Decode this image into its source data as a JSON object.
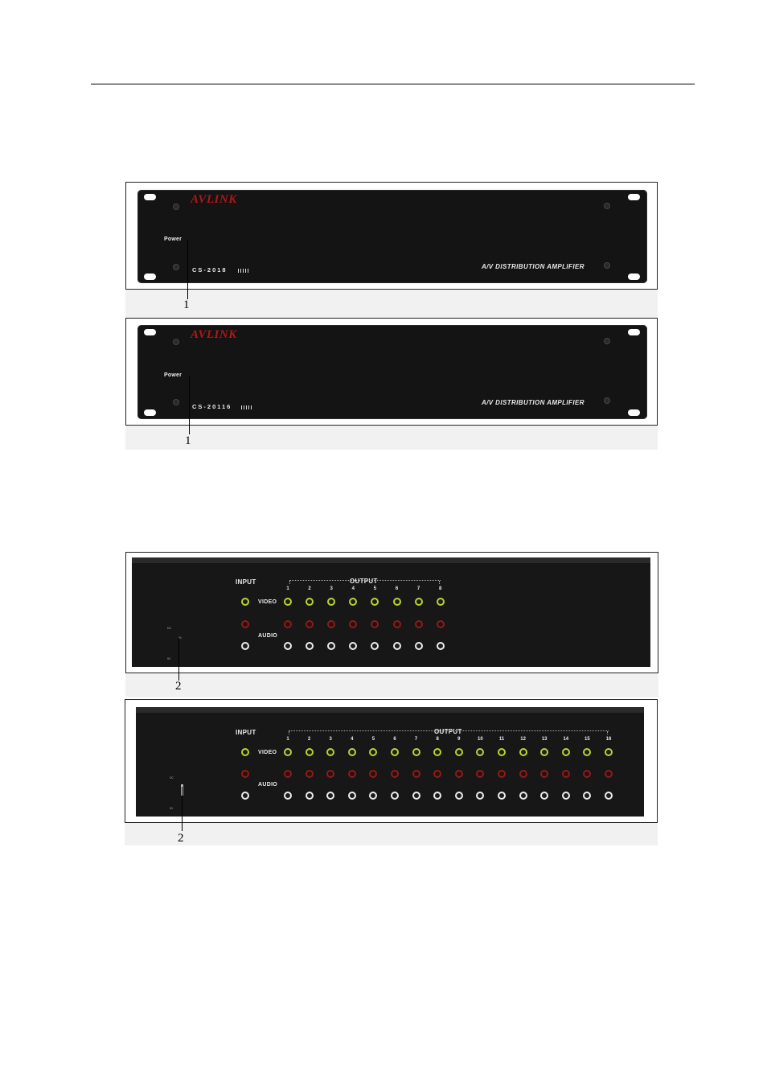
{
  "brand": {
    "logo_text": "AVLINK",
    "color": "#b01616"
  },
  "front_panels": [
    {
      "power_label": "Power",
      "model": "CS-2018",
      "product": "A/V DISTRIBUTION AMPLIFIER",
      "callout": "1"
    },
    {
      "power_label": "Power",
      "model": "CS-20116",
      "product": "A/V DISTRIBUTION AMPLIFIER",
      "callout": "1"
    }
  ],
  "rear_panels": [
    {
      "input_label": "INPUT",
      "output_label": "OUTPUT",
      "video_label": "VIDEO",
      "audio_label": "AUDIO",
      "output_numbers": [
        "1",
        "2",
        "3",
        "4",
        "5",
        "6",
        "7",
        "8"
      ],
      "callout": "2"
    },
    {
      "input_label": "INPUT",
      "output_label": "OUTPUT",
      "video_label": "VIDEO",
      "audio_label": "AUDIO",
      "output_numbers": [
        "1",
        "2",
        "3",
        "4",
        "5",
        "6",
        "7",
        "8",
        "9",
        "10",
        "11",
        "12",
        "13",
        "14",
        "15",
        "16"
      ],
      "callout": "2"
    }
  ],
  "colors": {
    "video_jack": "#b8d52c",
    "audio_right_jack": "#8a1d1d",
    "audio_left_jack": "#ededed",
    "panel": "#141414"
  }
}
